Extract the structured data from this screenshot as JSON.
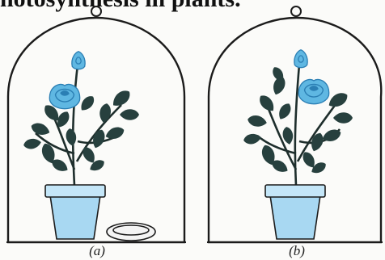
{
  "heading": "hotosynthesis in plants.",
  "panels": [
    {
      "label": "(a)",
      "has_dish": true
    },
    {
      "label": "(b)",
      "has_dish": false
    }
  ],
  "colors": {
    "bell_jar": "#1b1b1b",
    "leaf": "#27403e",
    "stem": "#1e2e2c",
    "flower": "#5fb7e2",
    "flower_dark": "#2b7fb4",
    "pot": "#a8d8f2",
    "pot_rim": "#c4e6f8",
    "dish": "#f4f4f4"
  },
  "icons": [
    "bell-jar-icon",
    "potted-plant-icon",
    "rose-flower-icon",
    "dish-icon"
  ]
}
